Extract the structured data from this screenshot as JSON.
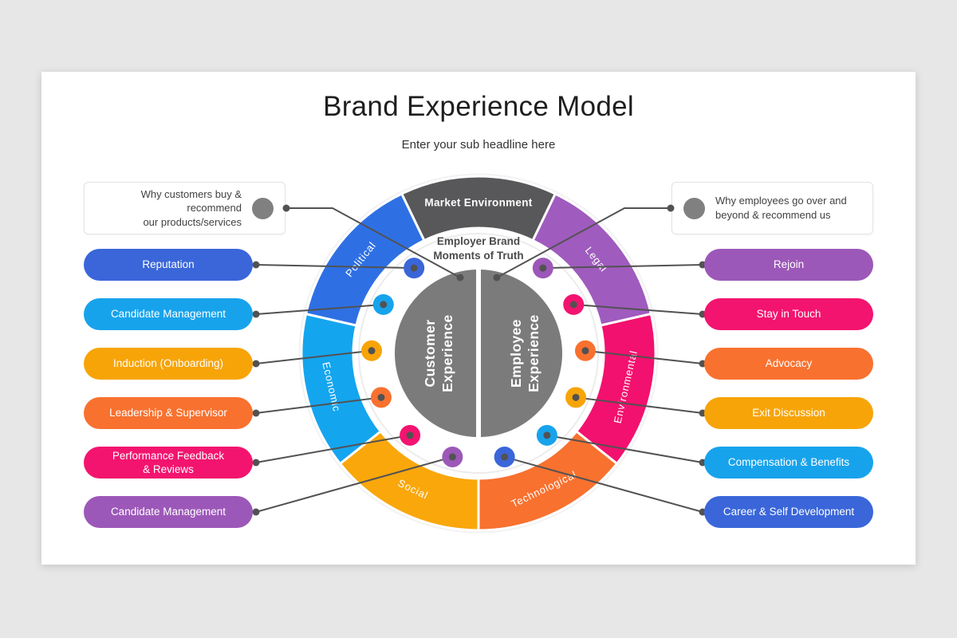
{
  "slide": {
    "title": "Brand Experience Model",
    "subtitle": "Enter your sub headline here"
  },
  "callouts": {
    "left": {
      "text": "Why customers buy & recommend\nour products/services"
    },
    "right": {
      "text": "Why employees go over and\nbeyond & recommend us"
    }
  },
  "left_pills": [
    {
      "label": "Reputation",
      "color": "#3A66D9"
    },
    {
      "label": "Candidate Management",
      "color": "#17A3EC"
    },
    {
      "label": "Induction (Onboarding)",
      "color": "#F7A408"
    },
    {
      "label": "Leadership & Supervisor",
      "color": "#F8712F"
    },
    {
      "label": "Performance Feedback\n& Reviews",
      "color": "#F3146F"
    },
    {
      "label": "Candidate Management",
      "color": "#9C58B8"
    }
  ],
  "right_pills": [
    {
      "label": "Rejoin",
      "color": "#9C58B8"
    },
    {
      "label": "Stay in Touch",
      "color": "#F3146F"
    },
    {
      "label": "Advocacy",
      "color": "#F8712F"
    },
    {
      "label": "Exit Discussion",
      "color": "#F7A408"
    },
    {
      "label": "Compensation & Benefits",
      "color": "#17A3EC"
    },
    {
      "label": "Career & Self Development",
      "color": "#3A66D9"
    }
  ],
  "wheel": {
    "segments": [
      {
        "label": "Market Environment",
        "color": "#58585A",
        "start": -25.71,
        "end": 25.71,
        "rot": 0,
        "bold": true
      },
      {
        "label": "Legal",
        "color": "#A05BBE",
        "start": 25.71,
        "end": 77.14,
        "rot": 51.4,
        "bold": false
      },
      {
        "label": "Environmental",
        "color": "#F2116E",
        "start": 77.14,
        "end": 128.57,
        "rot": -77.1,
        "bold": false
      },
      {
        "label": "Technological",
        "color": "#F8712F",
        "start": 128.57,
        "end": 180,
        "rot": -25.7,
        "bold": false
      },
      {
        "label": "Social",
        "color": "#F9A70B",
        "start": 180,
        "end": 231.43,
        "rot": 25.7,
        "bold": false
      },
      {
        "label": "Economic",
        "color": "#14A5EF",
        "start": 231.43,
        "end": 282.86,
        "rot": 77.1,
        "bold": false
      },
      {
        "label": "Political",
        "color": "#2E70E4",
        "start": 282.86,
        "end": 334.29,
        "rot": -51.4,
        "bold": false
      }
    ],
    "center": {
      "note_line1": "Employer Brand",
      "note_line2": "Moments of Truth",
      "left_half_line1": "Customer",
      "left_half_line2": "Experience",
      "right_half_line1": "Employee",
      "right_half_line2": "Experience"
    },
    "dots_left": [
      "#3A66D9",
      "#17A3EC",
      "#F7A408",
      "#F8712F",
      "#F3146F",
      "#9C58B8"
    ],
    "dots_right": [
      "#9C58B8",
      "#F3146F",
      "#F8712F",
      "#F7A408",
      "#17A3EC",
      "#3A66D9"
    ]
  },
  "colors": {
    "background": "#E8E7E7",
    "slide": "#FFFFFF",
    "connector": "#525252",
    "center_circle": "#7B7B7B",
    "bullet_circle": "#808080"
  }
}
